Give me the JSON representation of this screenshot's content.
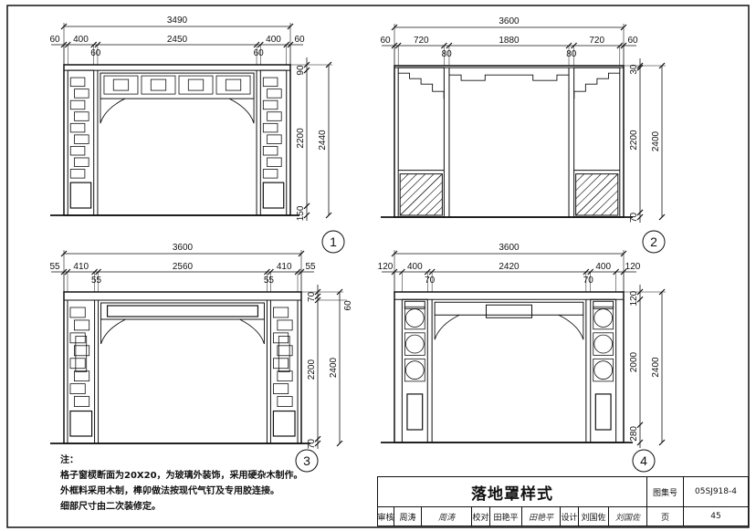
{
  "drawings": [
    {
      "id": "1",
      "total_width": "3490",
      "width_segments": [
        "60",
        "400",
        "60",
        "2450",
        "60",
        "400",
        "60"
      ],
      "height_segments": [
        "90",
        "2200",
        "150"
      ],
      "total_height": "2440",
      "style": "lattice-squares"
    },
    {
      "id": "2",
      "total_width": "3600",
      "width_segments": [
        "60",
        "720",
        "80",
        "1880",
        "80",
        "720",
        "60"
      ],
      "height_segments": [
        "30",
        "2200",
        "70"
      ],
      "total_height": "2400",
      "style": "open-diagonal"
    },
    {
      "id": "3",
      "total_width": "3600",
      "width_segments": [
        "55",
        "410",
        "55",
        "2560",
        "55",
        "410",
        "55"
      ],
      "height_segments": [
        "70",
        "60",
        "2200",
        "70"
      ],
      "total_height": "2400",
      "style": "lattice-rect"
    },
    {
      "id": "4",
      "total_width": "3600",
      "width_segments": [
        "120",
        "400",
        "70",
        "2420",
        "70",
        "400",
        "120"
      ],
      "height_segments": [
        "120",
        "2000",
        "280"
      ],
      "total_height": "2400",
      "style": "circles"
    }
  ],
  "notes": {
    "heading": "注：",
    "lines": [
      "格子窗棂断面为20X20，为玻璃外装饰，采用硬杂木制作。",
      "外框料采用木制，榫卯做法按现代气钉及专用胶连接。",
      "细部尺寸由二次装修定。"
    ]
  },
  "title_block": {
    "title": "落地罩样式",
    "atlas_label": "图集号",
    "atlas_no": "05SJ918-4",
    "review_label": "审核",
    "reviewer": "周涛",
    "reviewer_sig": "周涛",
    "check_label": "校对",
    "checker": "田艳平",
    "checker_sig": "田艳平",
    "design_label": "设计",
    "designer": "刘国佐",
    "designer_sig": "刘国佐",
    "page_label": "页",
    "page_no": "45"
  }
}
